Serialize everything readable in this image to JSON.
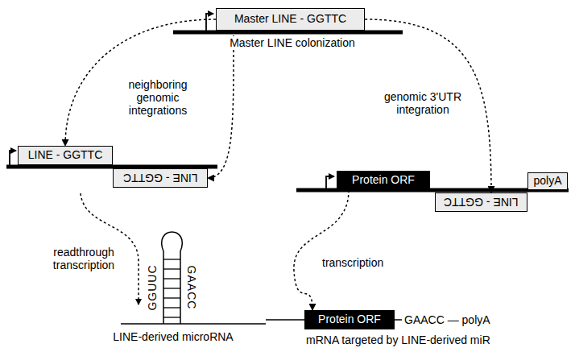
{
  "diagram": {
    "nodes": [
      {
        "text": [
          "Master LINE - GGTTC"
        ]
      },
      {
        "text": [
          "LINE - GGTTC"
        ]
      },
      {
        "text": [
          "LINE - GGTTC"
        ]
      },
      {
        "text": [
          "Protein ORF"
        ]
      },
      {
        "text": [
          "polyA"
        ]
      },
      {
        "text": [
          "LINE - GGTTC"
        ]
      },
      {
        "text": [
          "Protein ORF"
        ]
      }
    ],
    "edges": [
      {
        "from": 0,
        "to": 1,
        "arrow": "to"
      },
      {
        "from": 0,
        "to": 2,
        "arrow": "to"
      },
      {
        "from": 0,
        "to": 5,
        "arrow": "to"
      },
      {
        "from": 3,
        "to": 6,
        "arrow": "to"
      }
    ],
    "labels": [
      "Master LINE colonization",
      "neighboring genomic integrations",
      "genomic 3'UTR integration",
      "readthrough transcription",
      "GGUUC",
      "GAACC",
      "LINE-derived microRNA",
      "transcription",
      "GAACC — polyA",
      "mRNA targeted by LINE-derived miR"
    ]
  }
}
